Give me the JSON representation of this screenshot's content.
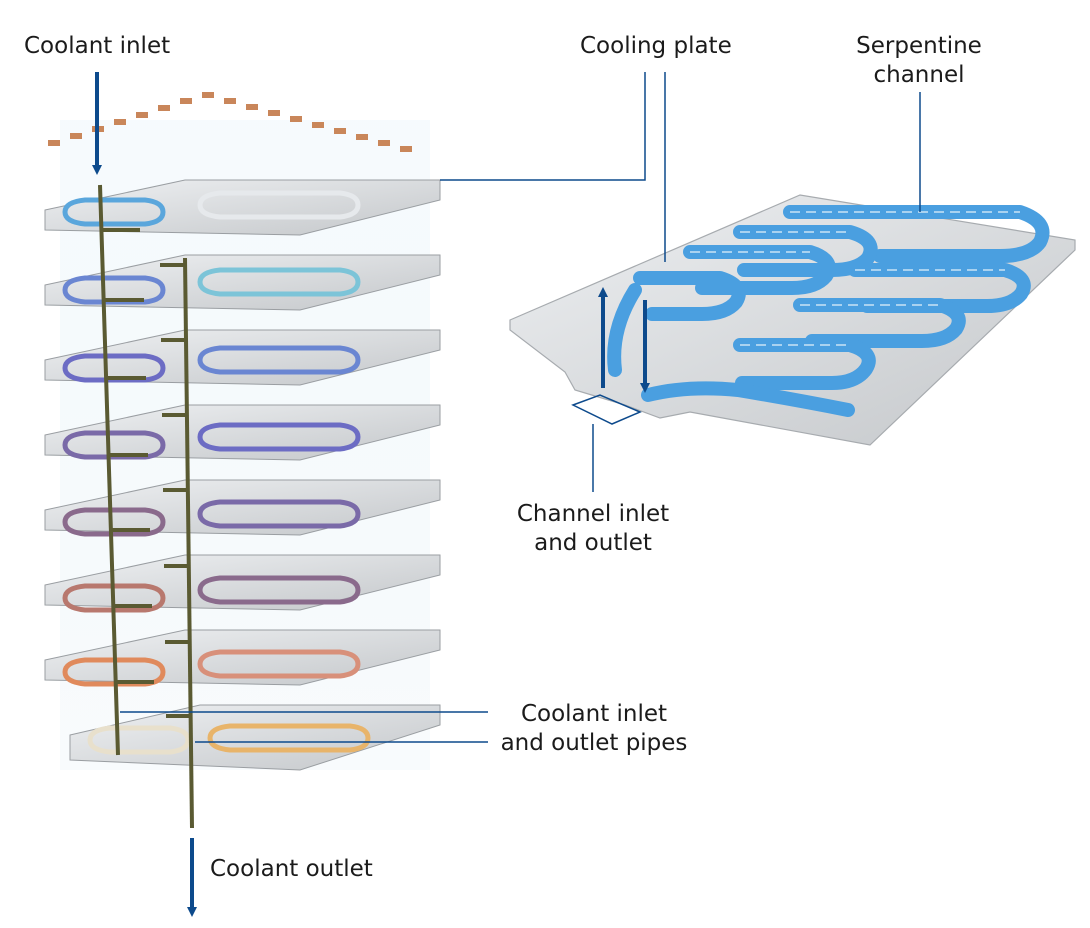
{
  "labels": {
    "coolant_inlet": "Coolant inlet",
    "cooling_plate": "Cooling plate",
    "serpentine_channel_line1": "Serpentine",
    "serpentine_channel_line2": "channel",
    "channel_io_line1": "Channel inlet",
    "channel_io_line2": "and outlet",
    "pipes_line1": "Coolant inlet",
    "pipes_line2": "and outlet pipes",
    "coolant_outlet": "Coolant outlet"
  },
  "colors": {
    "arrow_blue": "#0d4a8c",
    "leader_line": "#0d4a8c",
    "channel_blue": "#4a9fe0",
    "plate_silver": "#d6d8da",
    "pipe_olive": "#5a5a32",
    "cell_copper": "#c07a50",
    "layer_channel_colors": [
      "#5aa6dc",
      "#6a86d2",
      "#6c6cc4",
      "#7a6aa8",
      "#8a6a8c",
      "#b8786e",
      "#e08a5c",
      "#e8b46a"
    ]
  },
  "icons": {
    "inlet_arrow": "arrow-down-icon",
    "outlet_arrow": "arrow-down-icon",
    "channel_up_arrow": "arrow-up-icon",
    "channel_down_arrow": "arrow-down-icon"
  }
}
